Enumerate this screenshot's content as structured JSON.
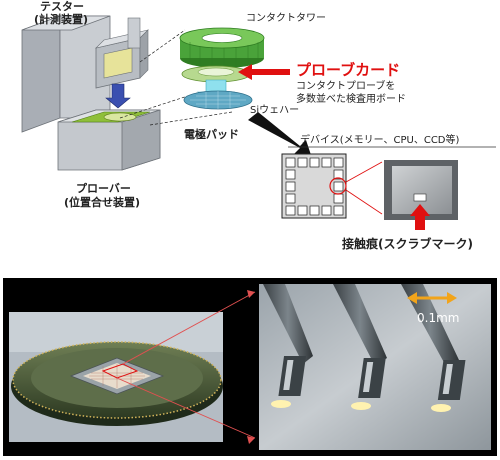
{
  "labels": {
    "tester": "テスター",
    "tester_sub": "(計測装置)",
    "prober": "プローバー",
    "prober_sub": "(位置合せ装置)",
    "contact_tower": "コンタクトタワー",
    "probe_card": "プローブカード",
    "probe_card_desc_1": "コンタクトプローブを",
    "probe_card_desc_2": "多数並べた検査用ボード",
    "si_wafer": "Siウェハー",
    "electrode_pad": "電極パッド",
    "device": "デバイス(メモリー、CPU、CCD等)",
    "scrub_mark": "接触痕(スクラブマーク)",
    "scale": "0.1mm"
  },
  "colors": {
    "accent_red": "#e01010",
    "tower_green": "#4aa33a",
    "machine_gray": "#b9bec4",
    "panel_black": "#000000"
  }
}
